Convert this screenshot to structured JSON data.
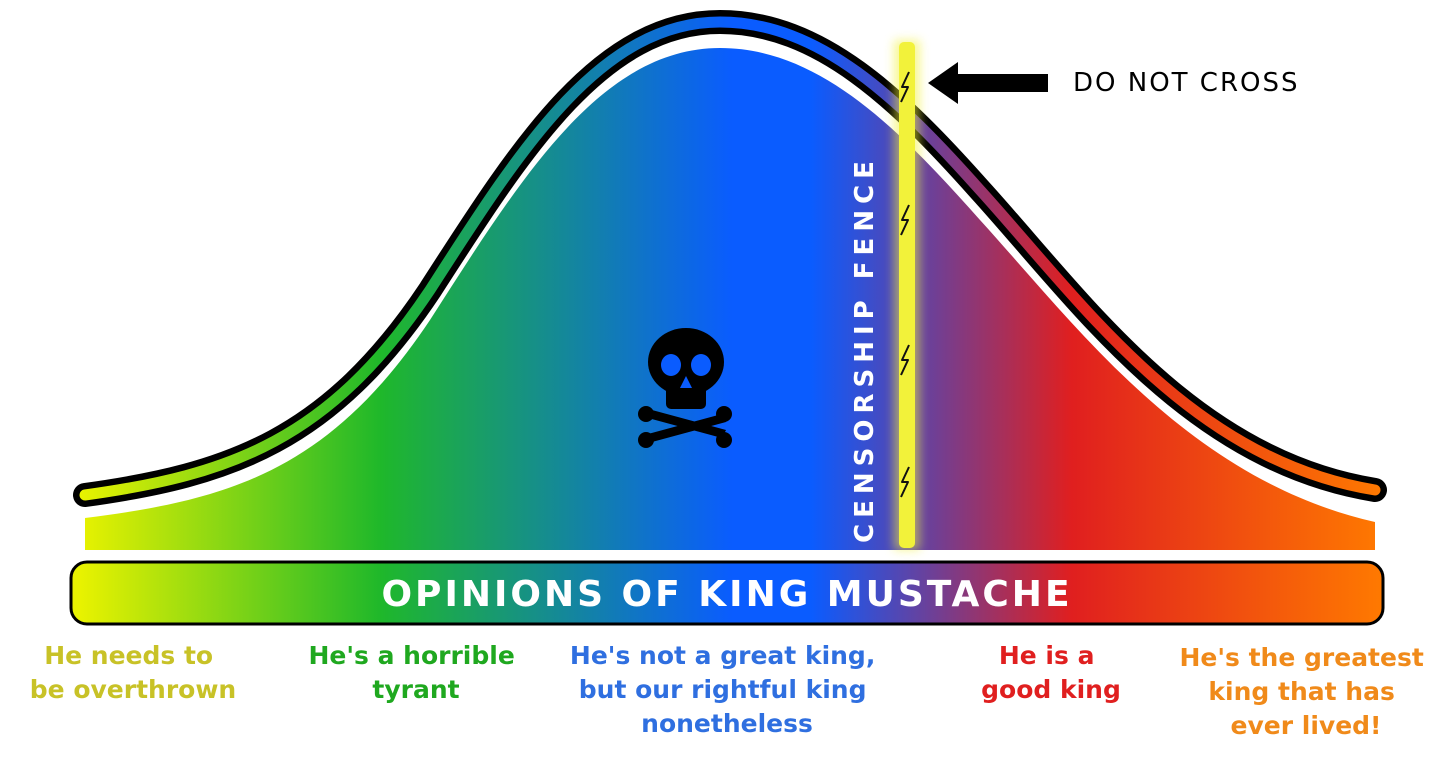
{
  "diagram": {
    "axis_label": "OPINIONS OF KING MUSTACHE",
    "fence_label": "CENSORSHIP FENCE",
    "warning_label": "DO NOT CROSS",
    "center_icon": "skull-and-crossbones-icon",
    "fence_bolt_icon": "lightning-bolt-icon",
    "colors": {
      "yellow": "#e8f200",
      "green": "#1fb82a",
      "blue": "#0a5cff",
      "red": "#e01f1f",
      "orange": "#ff7a00",
      "fence": "#f2f23a",
      "outline": "#000000"
    },
    "categories": [
      {
        "lines": [
          "He needs to",
          "be overthrown"
        ],
        "color": "#c8c227"
      },
      {
        "lines": [
          "He's a horrible",
          "tyrant"
        ],
        "color": "#1fa81f"
      },
      {
        "lines": [
          "He's not a great king,",
          "but our rightful king",
          "nonetheless"
        ],
        "color": "#2f6fe0"
      },
      {
        "lines": [
          "He is a",
          "good king"
        ],
        "color": "#e01f1f"
      },
      {
        "lines": [
          "He's the greatest",
          "king that has",
          "ever lived!"
        ],
        "color": "#f08a1a"
      }
    ]
  }
}
